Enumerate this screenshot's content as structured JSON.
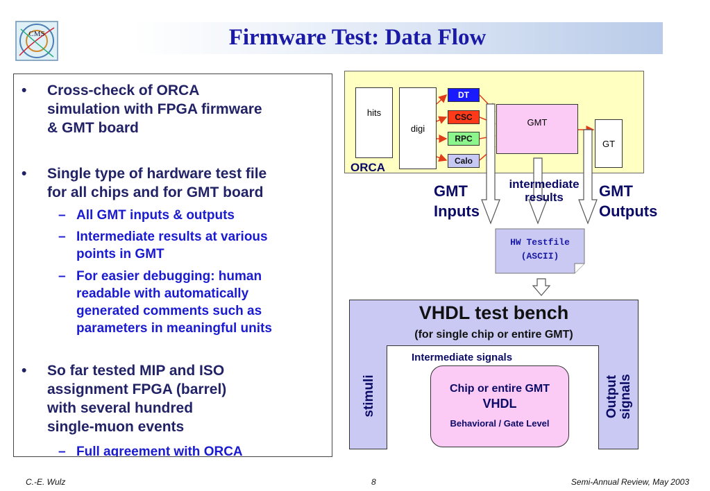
{
  "title": "Firmware Test: Data Flow",
  "logo": {
    "icon": "cms-logo-icon",
    "text": "CMS"
  },
  "bullets": [
    {
      "text": "Cross-check of ORCA\nsimulation with FPGA firmware\n& GMT board",
      "subs": []
    },
    {
      "text": "Single type of hardware test file\nfor all chips and for GMT board",
      "subs": [
        "All GMT inputs & outputs",
        "Intermediate results at various\npoints in GMT",
        "For easier debugging: human\nreadable with automatically\ngenerated comments such as\nparameters in meaningful units"
      ]
    },
    {
      "text": "So far tested MIP and ISO\nassignment FPGA (barrel)\nwith several hundred\nsingle-muon events",
      "subs": [
        "Full agreement with ORCA"
      ]
    }
  ],
  "bullet_symbol": "•",
  "dash_symbol": "–",
  "diagram": {
    "orca_label": "ORCA",
    "hits": "hits",
    "digi": "digi",
    "detectors": [
      {
        "label": "DT",
        "color": "#1a1aff"
      },
      {
        "label": "CSC",
        "color": "#ff3a1a"
      },
      {
        "label": "RPC",
        "color": "#8cf58c"
      },
      {
        "label": "Calo",
        "color": "#c8c8f5"
      }
    ],
    "gmt": "GMT",
    "gt": "GT",
    "gmt_inputs": "GMT\nInputs",
    "intermediate": "intermediate\nresults",
    "gmt_outputs": "GMT\nOutputs",
    "hw_file_line1": "HW Testfile",
    "hw_file_line2": "(ASCII)",
    "bench_title": "VHDL test bench",
    "bench_subtitle": "(for single chip or entire GMT)",
    "intermediate_signals": "Intermediate signals",
    "stimuli": "stimuli",
    "output_signals": "Output\nsignals",
    "chip_line1": "Chip or entire GMT",
    "chip_line2": "VHDL",
    "chip_line3": "Behavioral / Gate Level"
  },
  "colors": {
    "title": "#1a1aa6",
    "bullet_text": "#222266",
    "sub_text": "#1a1ad0",
    "orca_bg": "#ffffc2",
    "gmt_bg": "#fbcbf5",
    "bench_bg": "#c9c9f3"
  },
  "footer": {
    "left": "C.-E. Wulz",
    "center": "8",
    "right": "Semi-Annual Review, May 2003"
  }
}
